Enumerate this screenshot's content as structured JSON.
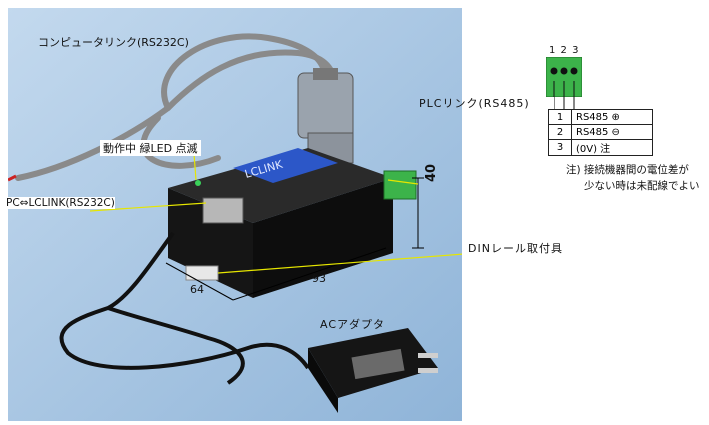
{
  "labels": {
    "computer_link": "コンピュータリンク(RS232C)",
    "status": "動作中 緑LED 点滅",
    "pc_link": "PC⇔LCLINK(RS232C)",
    "plc_link": "PLCリンク(RS485)",
    "din": "DINレール取付具",
    "ac_adapter": "ACアダプタ",
    "dim_40": "40",
    "dim_93": "93",
    "dim_64": "64"
  },
  "device": {
    "brand": "LCLINK"
  },
  "connector": {
    "pin_numbers": "1 2 3"
  },
  "pin_table": [
    {
      "num": "1",
      "signal": "RS485 ⊕"
    },
    {
      "num": "2",
      "signal": "RS485 ⊖"
    },
    {
      "num": "3",
      "signal": "(0V)   注"
    }
  ],
  "note": {
    "line1": "注) 接続機器間の電位差が",
    "line2": "少ない時は未配線でよい"
  },
  "colors": {
    "photo_bg": "#a9c9e7",
    "device_body": "#1a1a1a",
    "terminal_green": "#3cb34a",
    "callout_line": "#e6e600"
  }
}
